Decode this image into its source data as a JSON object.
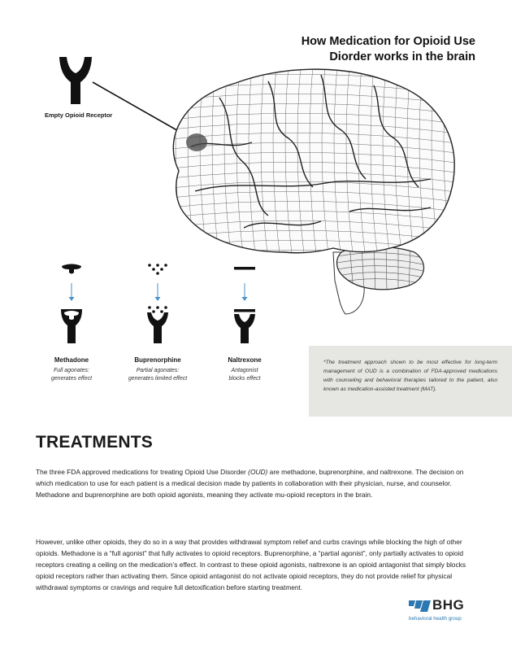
{
  "header": {
    "title_line1": "How Medication for Opioid Use",
    "title_line2": "Diorder works in the brain"
  },
  "receptor": {
    "label": "Empty Opioid Receptor"
  },
  "medications": [
    {
      "name": "Methadone",
      "desc1": "Full agonates:",
      "desc2": "generates effect"
    },
    {
      "name": "Buprenorphine",
      "desc1": "Partial agonates:",
      "desc2": "generates limited effect"
    },
    {
      "name": "Naltrexone",
      "desc1": "Antagonist",
      "desc2": "blocks effect"
    }
  ],
  "note": {
    "text": "*The treatment approach shown to be most effective for long-term management of OUD is a combination of FDA-approved medications with counseling and behavioral therapies tailored to the patient, also known as medication-assisted treatment (MAT)."
  },
  "treatments": {
    "heading": "TREATMENTS",
    "p1_a": "The three FDA approved medications for treating Opioid Use Disorder ",
    "p1_b": "(OUD)",
    "p1_c": " are methadone, buprenorphine, and naltrexone. The decision on which medication to use for each patient is a medical decision made by patients in collaboration with their physician, nurse, and counselor. Methadone and buprenorphine are both opioid agonists, meaning they activate mu-opioid receptors in the brain.",
    "p2": "However, unlike other opioids, they do so in a way that provides withdrawal symptom relief and curbs cravings while blocking the high of other opioids. Methadone is a “full agonist” that fully activates to opioid receptors. Buprenorphine, a “partial agonist”, only partially activates to opioid receptors creating a ceiling on the medication’s effect. In contrast to these opioid agonists, naltrexone is an opioid antagonist that simply blocks opioid receptors rather than activating them. Since opioid antagonist do not activate opioid receptors, they do not provide relief for physical withdrawal symptoms or cravings and require full detoxification before starting treatment."
  },
  "logo": {
    "name": "BHG",
    "tagline": "behavioral health group",
    "color": "#2c78b0"
  },
  "colors": {
    "arrow": "#4a90c8",
    "note_bg": "#e6e6e2"
  }
}
